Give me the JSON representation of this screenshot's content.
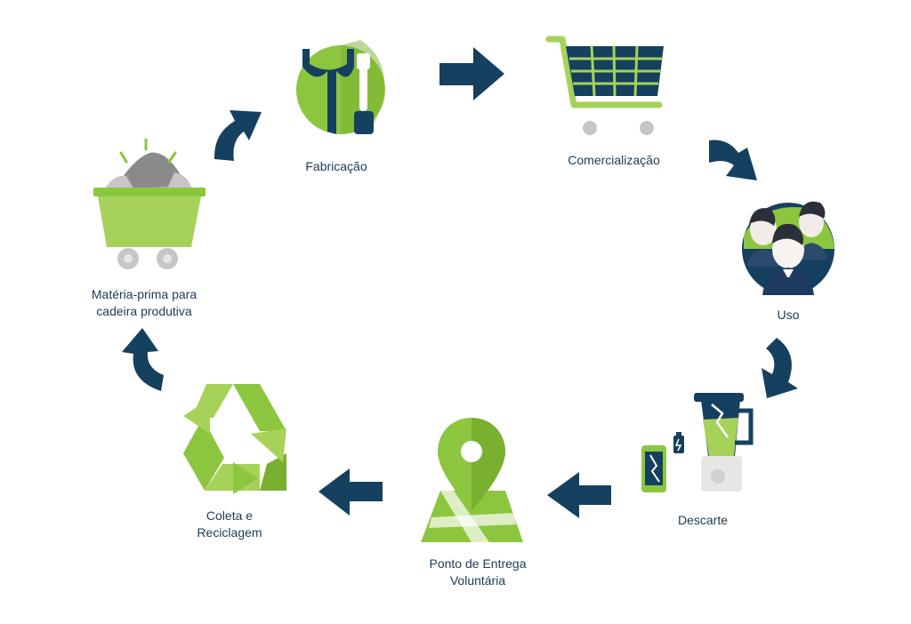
{
  "colors": {
    "navy": "#16405f",
    "green": "#8cc63f",
    "light_green": "#a6d25a",
    "gray": "#c6c6c6",
    "label": "#1c3a55"
  },
  "stages": [
    {
      "label": "Fabricação",
      "icon": "tools-icon"
    },
    {
      "label": "Comercialização",
      "icon": "shopping-cart-icon"
    },
    {
      "label": "Uso",
      "icon": "people-icon"
    },
    {
      "label": "Descarte",
      "icon": "discarded-electronics-icon"
    },
    {
      "label": "Ponto de Entrega\nVoluntária",
      "icon": "map-pin-icon"
    },
    {
      "label": "Coleta e\nReciclagem",
      "icon": "recycle-icon"
    },
    {
      "label": "Matéria-prima para\ncadeira produtiva",
      "icon": "ore-cart-icon"
    }
  ]
}
